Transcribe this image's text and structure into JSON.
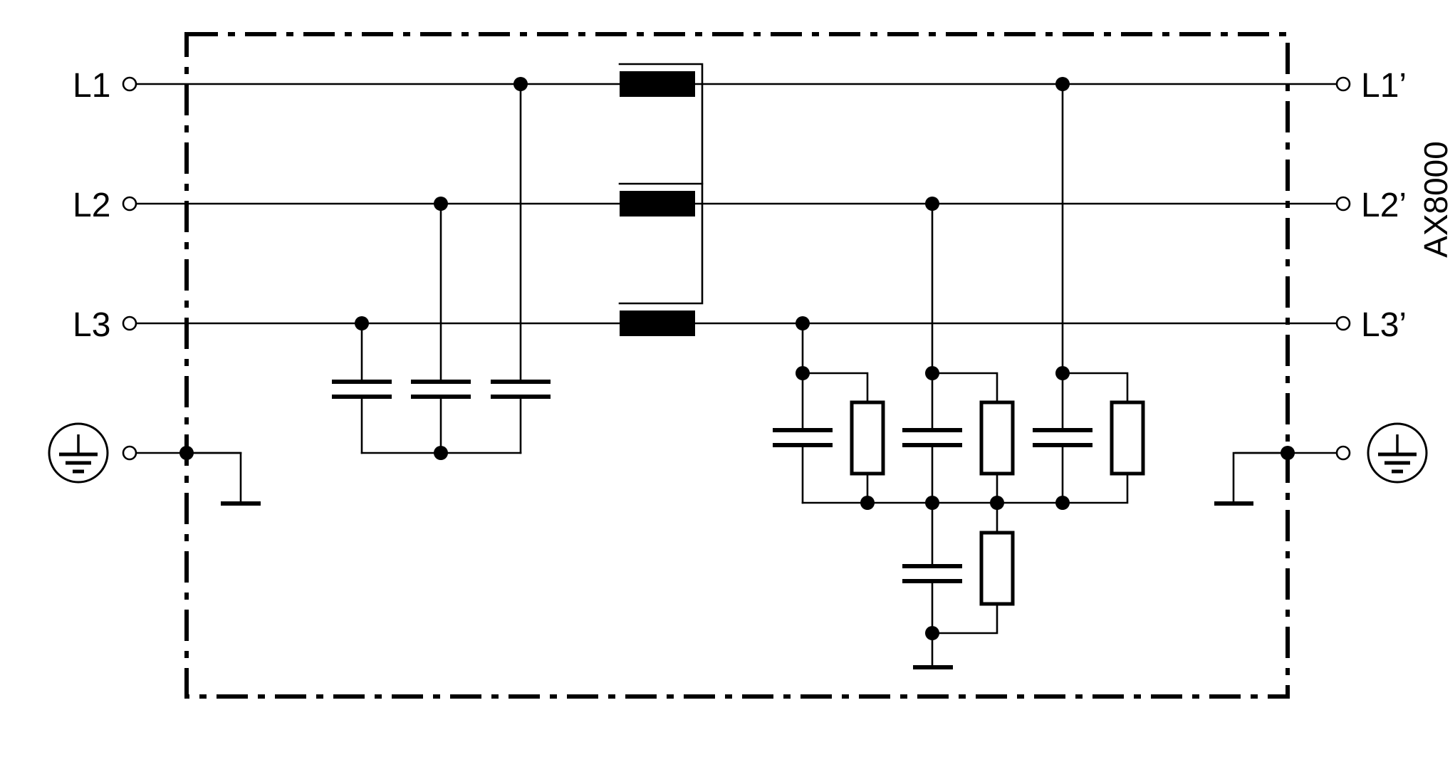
{
  "diagram": {
    "side_label": "AX8000",
    "inputs": [
      {
        "id": "L1",
        "label": "L1"
      },
      {
        "id": "L2",
        "label": "L2"
      },
      {
        "id": "L3",
        "label": "L3"
      }
    ],
    "outputs": [
      {
        "id": "L1",
        "label": "L1’"
      },
      {
        "id": "L2",
        "label": "L2’"
      },
      {
        "id": "L3",
        "label": "L3’"
      }
    ],
    "protective_earth_symbol": "protective-earth-icon",
    "components": {
      "input_x_capacitors": 3,
      "common_mode_choke_windings": 3,
      "output_capacitors": 4,
      "output_resistors": 4
    }
  }
}
